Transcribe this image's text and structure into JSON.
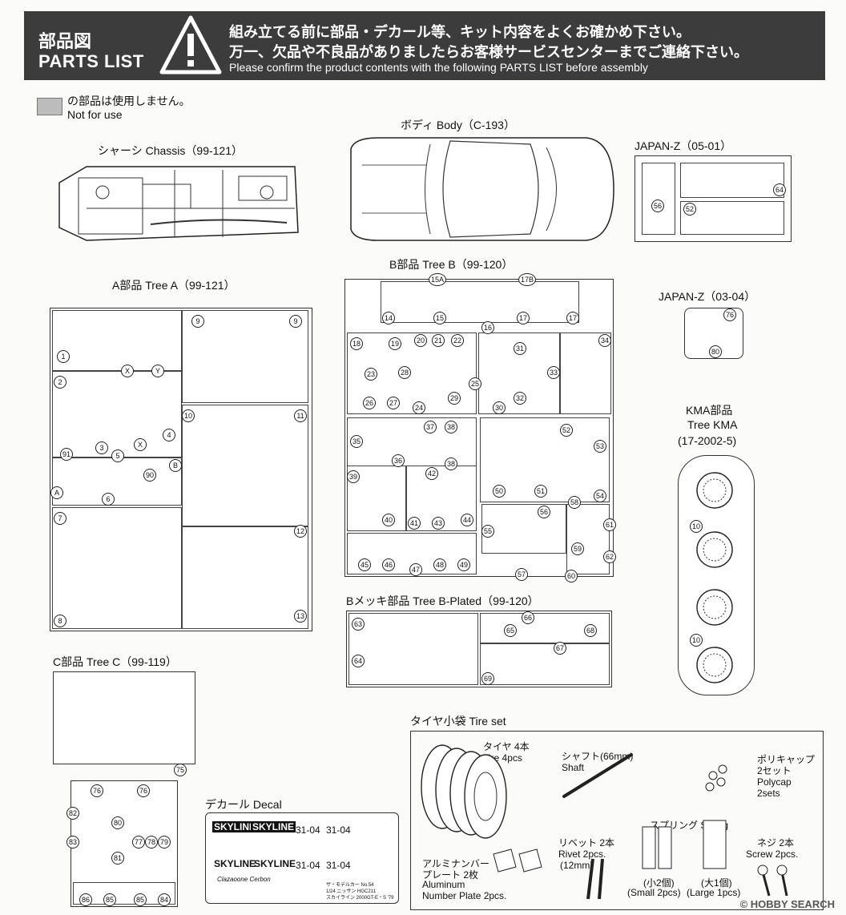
{
  "header": {
    "title_jp": "部品図",
    "title_en": "PARTS LIST",
    "line1": "組み立てる前に部品・デカール等、キット内容をよくお確かめ下さい。",
    "line2": "万一、欠品や不良品がありましたらお客様サービスセンターまでご連絡下さい。",
    "line3": "Please confirm the product contents with the following PARTS LIST before assembly",
    "icon": "warning-triangle-icon"
  },
  "legend": {
    "jp": "の部品は使用しません。",
    "en": "Not for use"
  },
  "chassis": {
    "label": "シャーシ Chassis（99-121）"
  },
  "body": {
    "label": "ボディ Body（C-193）"
  },
  "japan_z_1": {
    "label": "JAPAN-Z（05-01）",
    "nums": [
      "56",
      "64",
      "52"
    ]
  },
  "japan_z_2": {
    "label": "JAPAN-Z（03-04）",
    "nums": [
      "76",
      "80"
    ]
  },
  "tree_a": {
    "label": "A部品 Tree A（99-121）",
    "nums": [
      "1",
      "2",
      "3",
      "4",
      "5",
      "6",
      "7",
      "8",
      "9",
      "9",
      "10",
      "11",
      "12",
      "13",
      "91",
      "90",
      "A",
      "B",
      "X",
      "Y",
      "X"
    ]
  },
  "tree_b": {
    "label": "B部品 Tree B（99-120）",
    "nums": [
      "15A",
      "17B",
      "14",
      "15",
      "16",
      "17",
      "17",
      "18",
      "19",
      "20",
      "21",
      "22",
      "23",
      "25",
      "26",
      "27",
      "28",
      "29",
      "24",
      "30",
      "31",
      "32",
      "33",
      "34",
      "35",
      "36",
      "37",
      "38",
      "38",
      "39",
      "40",
      "41",
      "42",
      "43",
      "44",
      "45",
      "46",
      "47",
      "48",
      "49",
      "50",
      "51",
      "52",
      "53",
      "54",
      "55",
      "56",
      "57",
      "58",
      "59",
      "60",
      "61",
      "62"
    ]
  },
  "tree_b_plated": {
    "label": "Bメッキ部品 Tree B-Plated（99-120）",
    "nums": [
      "63",
      "64",
      "65",
      "66",
      "67",
      "68",
      "69"
    ]
  },
  "tree_kma": {
    "label_jp": "KMA部品",
    "label_en": "Tree KMA",
    "code": "(17-2002-5)",
    "nums": [
      "10",
      "10"
    ]
  },
  "tree_c": {
    "label": "C部品 Tree C（99-119）",
    "nums": [
      "75",
      "76",
      "76",
      "77",
      "78",
      "79",
      "80",
      "81",
      "82",
      "83",
      "84",
      "85",
      "85",
      "86"
    ]
  },
  "decal": {
    "label": "デカール Decal",
    "texts": [
      "SKYLINE",
      "SKYLINE",
      "SKYLINE",
      "SKYLINE",
      "31-04",
      "31-04",
      "31-04",
      "31-04",
      "Clazaoone Cerbon",
      "ザ・モデルカー No.54",
      "1/24 ニッサン HGC211",
      "スカイライン 2000GT-E・S '79"
    ]
  },
  "tire_set": {
    "label": "タイヤ小袋 Tire set",
    "tire": [
      "タイヤ 4本",
      "Tire 4pcs"
    ],
    "shaft": [
      "シャフト(66mm)",
      "Shaft"
    ],
    "polycap": [
      "ポリキャップ",
      "2セット",
      "Polycap",
      "2sets"
    ],
    "plate": [
      "アルミナンバー",
      "プレート 2枚",
      "Aluminum",
      "Number Plate 2pcs."
    ],
    "rivet": [
      "リベット 2本",
      "Rivet 2pcs.",
      "(12mm)"
    ],
    "spring": [
      "スプリング Spring"
    ],
    "spring_small": [
      "(小2個)",
      "(Small 2pcs)"
    ],
    "spring_large": [
      "(大1個)",
      "(Large 1pcs)"
    ],
    "screw": [
      "ネジ 2本",
      "Screw 2pcs."
    ]
  },
  "watermark": "© HOBBY SEARCH"
}
